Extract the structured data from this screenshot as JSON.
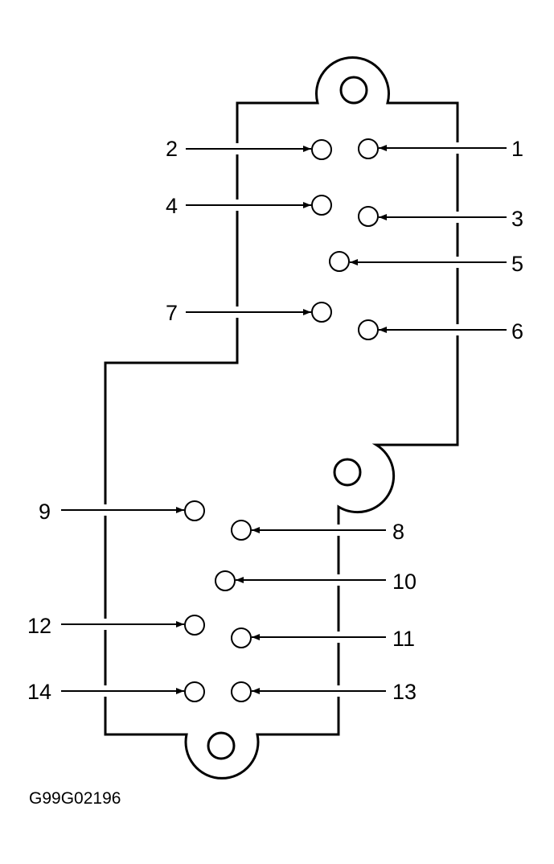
{
  "diagram": {
    "figure_id": "G99G02196",
    "pins": [
      {
        "id": "1",
        "label": "1"
      },
      {
        "id": "2",
        "label": "2"
      },
      {
        "id": "3",
        "label": "3"
      },
      {
        "id": "4",
        "label": "4"
      },
      {
        "id": "5",
        "label": "5"
      },
      {
        "id": "6",
        "label": "6"
      },
      {
        "id": "7",
        "label": "7"
      },
      {
        "id": "8",
        "label": "8"
      },
      {
        "id": "9",
        "label": "9"
      },
      {
        "id": "10",
        "label": "10"
      },
      {
        "id": "11",
        "label": "11"
      },
      {
        "id": "12",
        "label": "12"
      },
      {
        "id": "13",
        "label": "13"
      },
      {
        "id": "14",
        "label": "14"
      }
    ]
  }
}
